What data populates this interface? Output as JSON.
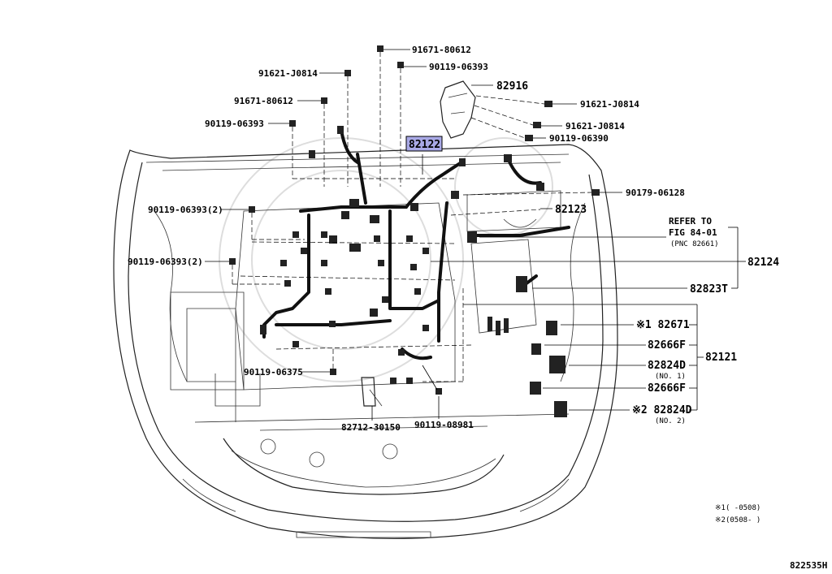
{
  "labels": {
    "p91671_top": "91671-80612",
    "p90119_top": "90119-06393",
    "p91621_a": "91621-J0814",
    "p91671_b": "91671-80612",
    "p90119_c": "90119-06393",
    "p82916": "82916",
    "p91621_r1": "91621-J0814",
    "p91621_r2": "91621-J0814",
    "p90119_06390": "90119-06390",
    "p82122": "82122",
    "p90179": "90179-06128",
    "p90119_2a": "90119-06393(2)",
    "p90119_2b": "90119-06393(2)",
    "p82123": "82123",
    "refer1": "REFER TO",
    "refer2": "FIG 84-01",
    "refer3": "(PNC 82661)",
    "p82124": "82124",
    "p82823T": "82823T",
    "p82671": "※1 82671",
    "p82666F_a": "82666F",
    "p82121": "82121",
    "p82824D_a": "82824D",
    "no1": "(NO. 1)",
    "p82666F_b": "82666F",
    "p82824D_b": "※2 82824D",
    "no2": "(NO. 2)",
    "p90119_06375": "90119-06375",
    "p82712": "82712-30150",
    "p90119_08981": "90119-08981",
    "note1": "※1(     -0508)",
    "note2": "※2(0508-     )",
    "code": "822535H"
  },
  "colors": {
    "highlight": "#a9a9e6",
    "line": "#000000"
  }
}
